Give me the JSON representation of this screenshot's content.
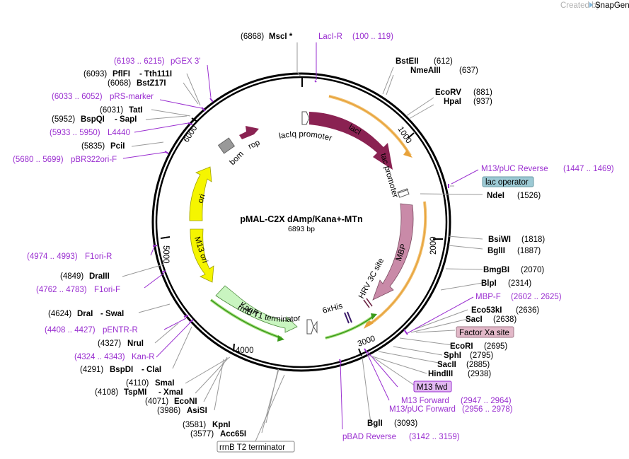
{
  "app": {
    "credit": "Created by",
    "brand": "SnapGene"
  },
  "plasmid": {
    "name": "pMAL-C2X dAmp/Kana+-MTn",
    "length": "6893 bp"
  },
  "ticks": [
    "1000",
    "2000",
    "3000",
    "4000",
    "5000",
    "6000"
  ],
  "features": {
    "lacI": "lacI",
    "lacIq_promoter": "lacIq promoter",
    "tac_promoter": "tac promoter",
    "MBP": "MBP",
    "HRV_3C_site": "HRV 3C site",
    "his": "6xHis",
    "rrnB_T1": "rrnB T1 terminator",
    "KanR": "KanR",
    "M13_ori": "M13 ori",
    "ori": "ori",
    "bom": "bom",
    "rop": "rop"
  },
  "boxed": {
    "lac_operator": "lac operator",
    "factor_xa": "Factor Xa site",
    "m13_fwd": "M13 fwd",
    "rrnB_T2": "rrnB T2 terminator"
  },
  "sites": {
    "msci_pos": "(6868)",
    "msci": "MscI *",
    "lacir": "LacI-R",
    "lacir_range": "(100 .. 119)",
    "bsteii": "BstEII",
    "bsteii_pos": "(612)",
    "nmeaiii": "NmeAIII",
    "nmeaiii_pos": "(637)",
    "ecorv": "EcoRV",
    "ecorv_pos": "(881)",
    "hpai": "HpaI",
    "hpai_pos": "(937)",
    "m13puc_rev": "M13/pUC Reverse",
    "m13puc_rev_range": "(1447 .. 1469)",
    "ndei": "NdeI",
    "ndei_pos": "(1526)",
    "bsiwi": "BsiWI",
    "bsiwi_pos": "(1818)",
    "bglii": "BglII",
    "bglii_pos": "(1887)",
    "bmgbi": "BmgBI",
    "bmgbi_pos": "(2070)",
    "blpi": "BlpI",
    "blpi_pos": "(2314)",
    "mbpf": "MBP-F",
    "mbpf_range": "(2602 .. 2625)",
    "eco53ki": "Eco53kI",
    "eco53ki_pos": "(2636)",
    "saci": "SacI",
    "saci_pos": "(2638)",
    "ecori": "EcoRI",
    "ecori_pos": "(2695)",
    "sphi": "SphI",
    "sphi_pos": "(2795)",
    "sacii": "SacII",
    "sacii_pos": "(2885)",
    "hindiii": "HindIII",
    "hindiii_pos": "(2938)",
    "m13fwd_primer": "M13 Forward",
    "m13fwd_range": "(2947 .. 2964)",
    "m13puc_fwd": "M13/pUC Forward",
    "m13puc_fwd_range": "(2956 .. 2978)",
    "bgli": "BglI",
    "bgli_pos": "(3093)",
    "pbad_rev": "pBAD Reverse",
    "pbad_rev_range": "(3142 .. 3159)",
    "kpni_pos": "(3581)",
    "kpni": "KpnI",
    "acc65i_pos": "(3577)",
    "acc65i": "Acc65I",
    "asisi_pos": "(3986)",
    "asisi": "AsiSI",
    "econi_pos": "(4071)",
    "econi": "EcoNI",
    "tspmi_pos": "(4108)",
    "tspmi": "TspMI",
    "xmai": "- XmaI",
    "smai_pos": "(4110)",
    "smai": "SmaI",
    "bspdi_pos": "(4291)",
    "bspdi": "BspDI",
    "clai": "- ClaI",
    "kanr_primer_range": "(4324 .. 4343)",
    "kanr_primer": "Kan-R",
    "nrui_pos": "(4327)",
    "nrui": "NruI",
    "pentr_range": "(4408 .. 4427)",
    "pentr": "pENTR-R",
    "drai_pos": "(4624)",
    "drai": "DraI",
    "swai": "- SwaI",
    "f1orif_range": "(4762 .. 4783)",
    "f1orif": "F1ori-F",
    "draiii_pos": "(4849)",
    "draiii": "DraIII",
    "f1orir_range": "(4974 .. 4993)",
    "f1orir": "F1ori-R",
    "pbr322_range": "(5680 .. 5699)",
    "pbr322": "pBR322ori-F",
    "pcii_pos": "(5835)",
    "pcii": "PciI",
    "l4440_range": "(5933 .. 5950)",
    "l4440": "L4440",
    "bspqi_pos": "(5952)",
    "bspqi": "BspQI",
    "sapi": "- SapI",
    "tati_pos": "(6031)",
    "tati": "TatI",
    "prs_range": "(6033 .. 6052)",
    "prs": "pRS-marker",
    "bstz17i_pos": "(6068)",
    "bstz17i": "BstZ17I",
    "pflfi_pos": "(6093)",
    "pflfi": "PflFI",
    "tth111i": "- Tth111I",
    "pgex_range": "(6193 .. 6215)",
    "pgex": "pGEX 3'"
  },
  "colors": {
    "lacI": "#8a2252",
    "MBP": "#c98aa8",
    "orange_arc": "#e8a23a",
    "ori": "#f5f500",
    "kanR": "#c9f5c0",
    "green_arc": "#3a9a1a",
    "primer": "#9a2fd0",
    "lac_operator_box": "#9cc9d4",
    "factor_xa_box": "#e2b8c8",
    "m13fwd_box": "#e2b8f2"
  }
}
